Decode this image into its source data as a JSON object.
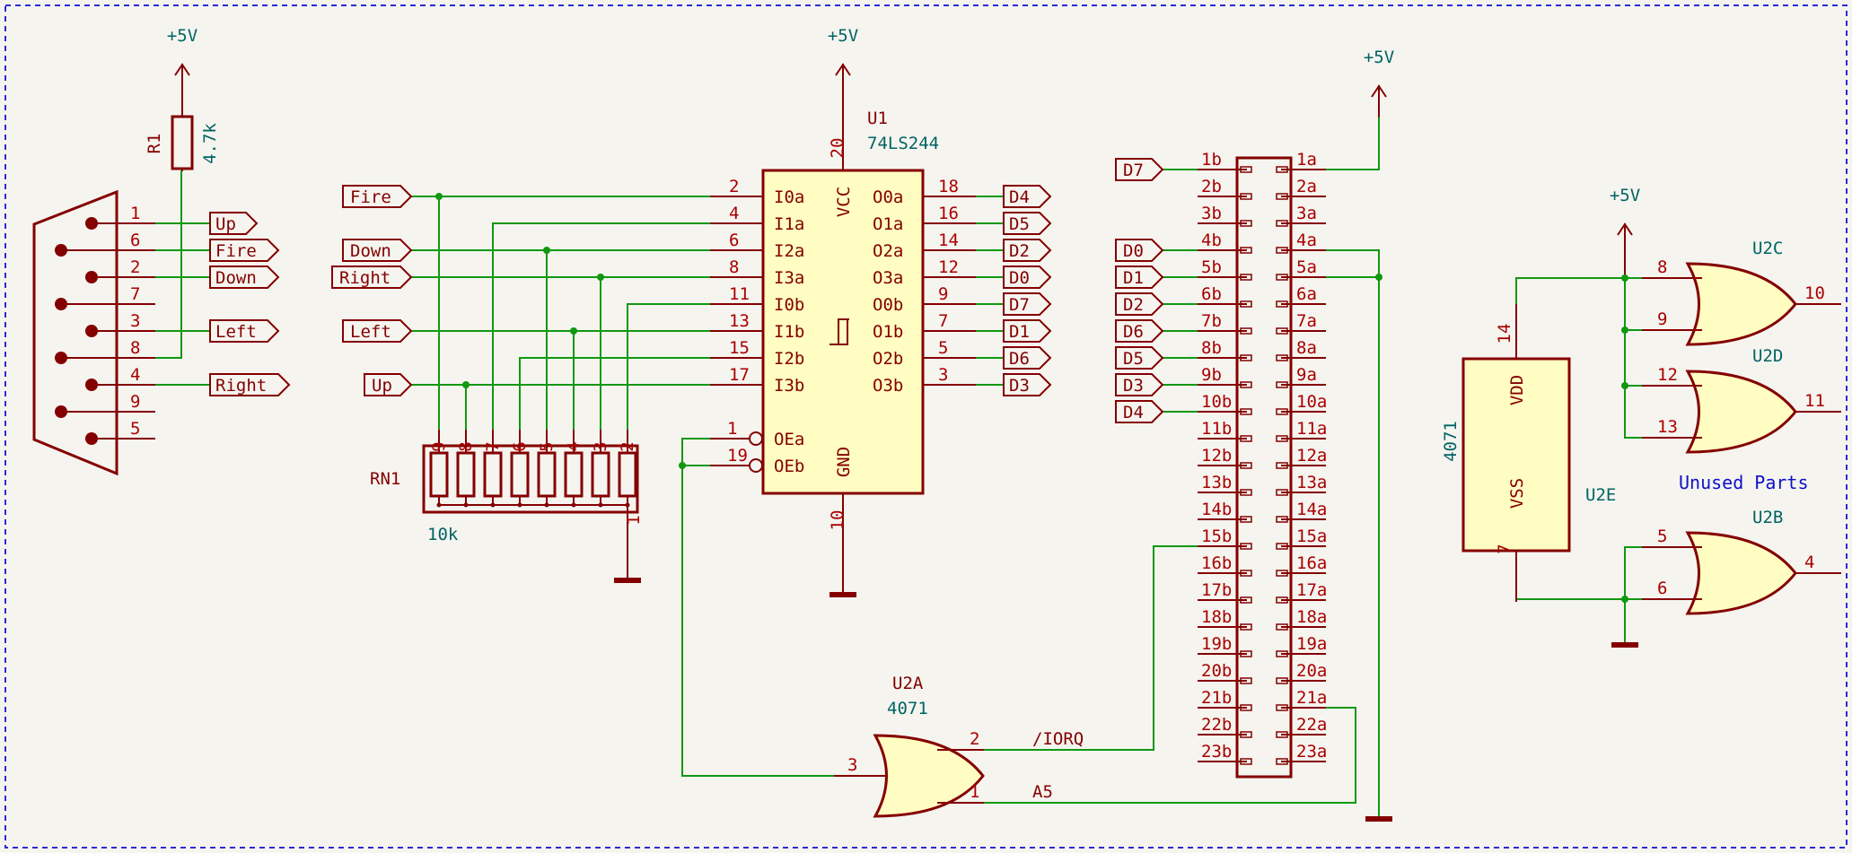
{
  "colors": {
    "background": "#f5f4ef",
    "border": "#2b2bd6",
    "wire": "#109810",
    "junction": "#109810",
    "component": "#840000",
    "component_fill": "#fffdc2",
    "label": "#840000",
    "value_text": "#006464",
    "pin_number": "#a90000",
    "note_text": "#1010c8"
  },
  "power": {
    "plus5v": "+5V"
  },
  "connector": {
    "icon": "db9-connector-icon",
    "pins": [
      "1",
      "6",
      "2",
      "7",
      "3",
      "8",
      "4",
      "9",
      "5"
    ]
  },
  "joystick_labels": {
    "up": "Up",
    "fire": "Fire",
    "down": "Down",
    "left": "Left",
    "right": "Right"
  },
  "r1": {
    "ref": "R1",
    "value": "4.7k"
  },
  "rn1": {
    "ref": "RN1",
    "value": "10k",
    "pins": [
      "9",
      "8",
      "7",
      "6",
      "5",
      "4",
      "3",
      "2",
      "1"
    ]
  },
  "u1": {
    "ref": "U1",
    "value": "74LS244",
    "vcc_label": "VCC",
    "gnd_label": "GND",
    "vcc_pin": "20",
    "gnd_pin": "10",
    "inputs": [
      {
        "pin": "2",
        "name": "I0a"
      },
      {
        "pin": "4",
        "name": "I1a"
      },
      {
        "pin": "6",
        "name": "I2a"
      },
      {
        "pin": "8",
        "name": "I3a"
      },
      {
        "pin": "11",
        "name": "I0b"
      },
      {
        "pin": "13",
        "name": "I1b"
      },
      {
        "pin": "15",
        "name": "I2b"
      },
      {
        "pin": "17",
        "name": "I3b"
      }
    ],
    "outputs": [
      {
        "pin": "18",
        "name": "O0a",
        "net": "D4"
      },
      {
        "pin": "16",
        "name": "O1a",
        "net": "D5"
      },
      {
        "pin": "14",
        "name": "O2a",
        "net": "D2"
      },
      {
        "pin": "12",
        "name": "O3a",
        "net": "D0"
      },
      {
        "pin": "9",
        "name": "O0b",
        "net": "D7"
      },
      {
        "pin": "7",
        "name": "O1b",
        "net": "D1"
      },
      {
        "pin": "5",
        "name": "O2b",
        "net": "D6"
      },
      {
        "pin": "3",
        "name": "O3b",
        "net": "D3"
      }
    ],
    "enables": [
      {
        "pin": "1",
        "name": "OEa"
      },
      {
        "pin": "19",
        "name": "OEb"
      }
    ]
  },
  "bus_connector": {
    "b_pins": [
      "1b",
      "2b",
      "3b",
      "4b",
      "5b",
      "6b",
      "7b",
      "8b",
      "9b",
      "10b",
      "11b",
      "12b",
      "13b",
      "14b",
      "15b",
      "16b",
      "17b",
      "18b",
      "19b",
      "20b",
      "21b",
      "22b",
      "23b"
    ],
    "a_pins": [
      "1a",
      "2a",
      "3a",
      "4a",
      "5a",
      "6a",
      "7a",
      "8a",
      "9a",
      "10a",
      "11a",
      "12a",
      "13a",
      "14a",
      "15a",
      "16a",
      "17a",
      "18a",
      "19a",
      "20a",
      "21a",
      "22a",
      "23a"
    ],
    "b_labels": [
      {
        "row": 1,
        "net": "D7"
      },
      {
        "row": 4,
        "net": "D0"
      },
      {
        "row": 5,
        "net": "D1"
      },
      {
        "row": 6,
        "net": "D2"
      },
      {
        "row": 7,
        "net": "D6"
      },
      {
        "row": 8,
        "net": "D5"
      },
      {
        "row": 9,
        "net": "D3"
      },
      {
        "row": 10,
        "net": "D4"
      }
    ]
  },
  "u2a": {
    "ref": "U2A",
    "value": "4071",
    "pin_in1": "2",
    "pin_in2": "1",
    "pin_out": "3",
    "net_in1": "/IORQ",
    "net_in2": "A5"
  },
  "u2c": {
    "ref": "U2C",
    "pins": [
      "8",
      "9",
      "10"
    ]
  },
  "u2d": {
    "ref": "U2D",
    "pins": [
      "12",
      "13",
      "11"
    ]
  },
  "u2b": {
    "ref": "U2B",
    "pins": [
      "5",
      "6",
      "4"
    ]
  },
  "u2e": {
    "ref": "U2E",
    "value": "4071",
    "vdd_label": "VDD",
    "vss_label": "VSS",
    "vdd_pin": "14",
    "vss_pin": "7"
  },
  "note": "Unused Parts"
}
